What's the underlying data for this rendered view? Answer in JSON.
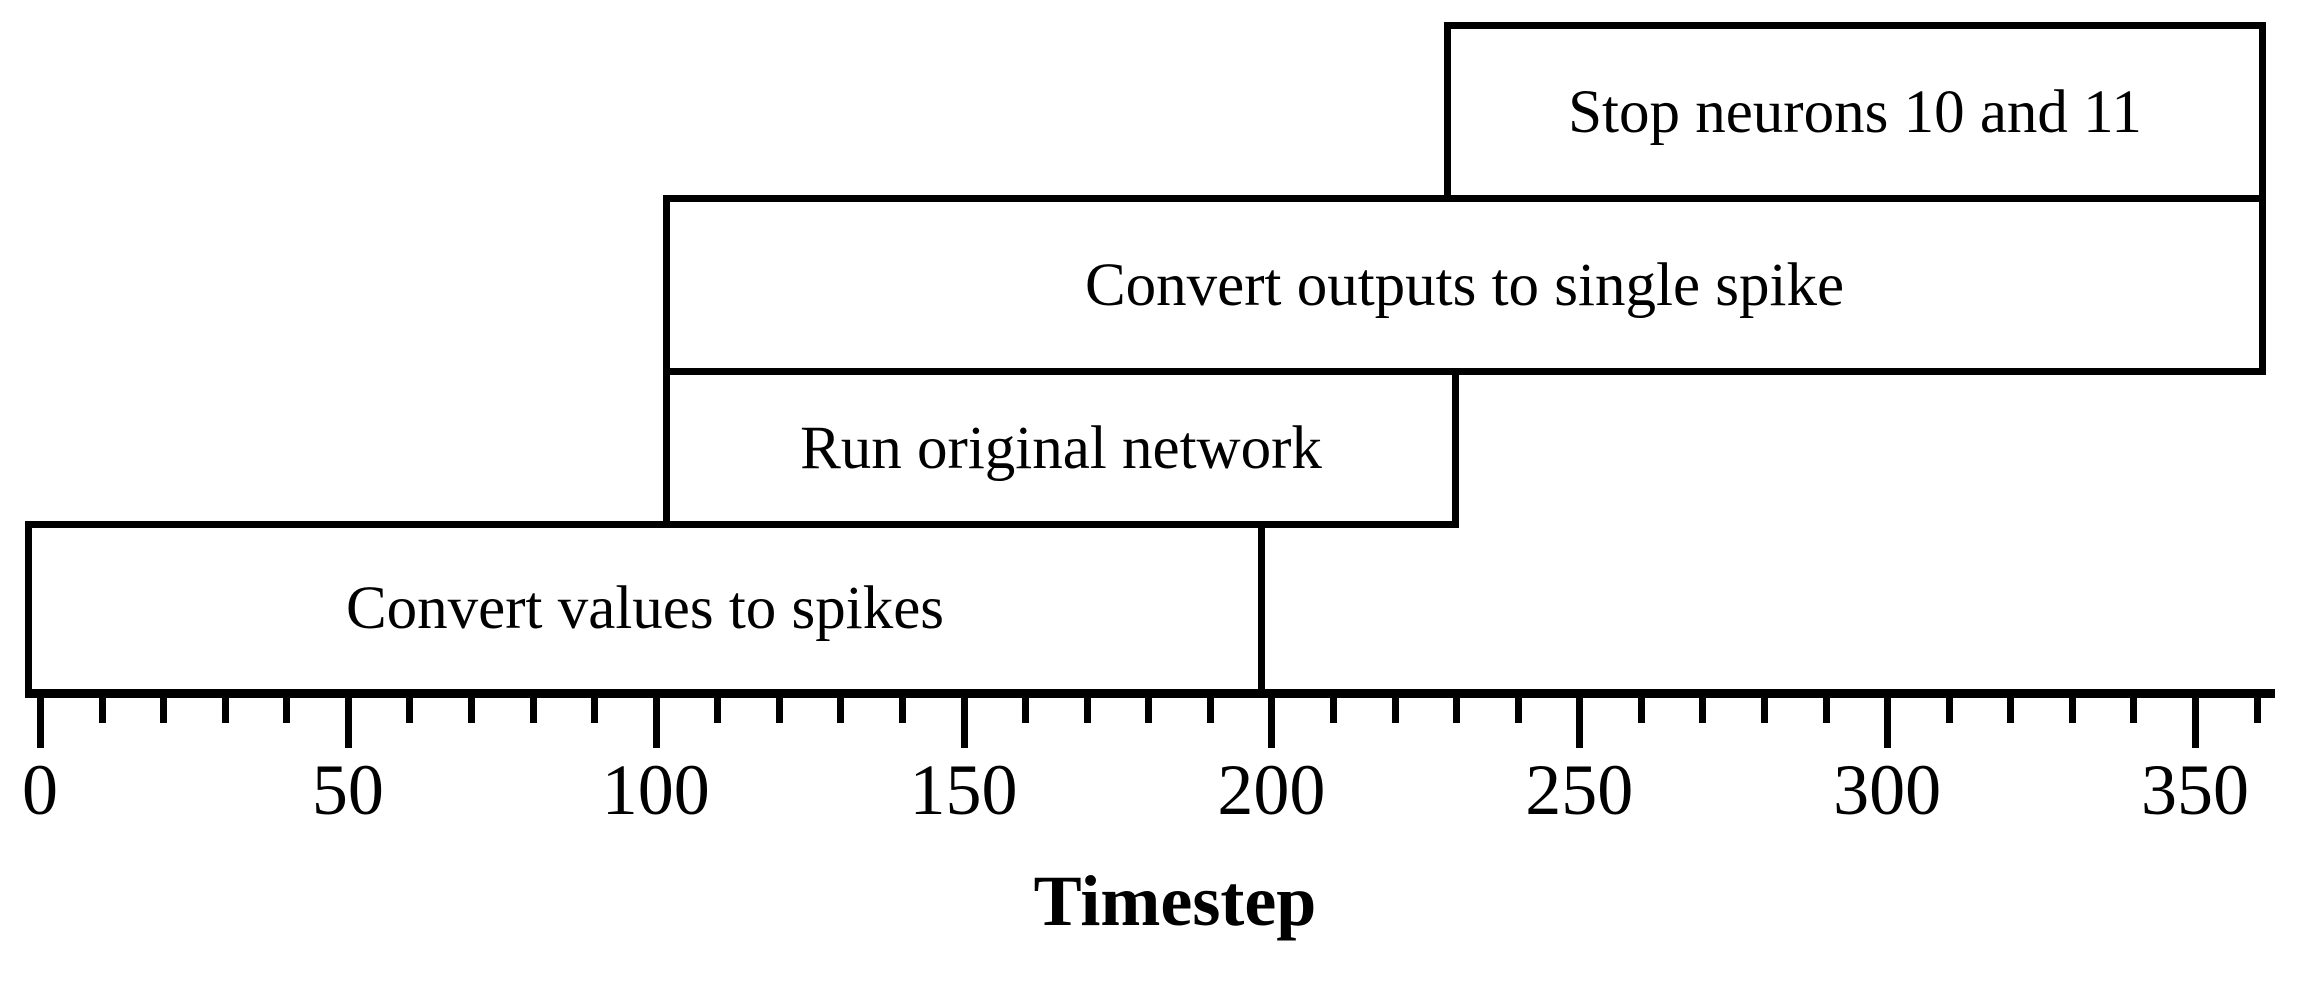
{
  "chart_data": {
    "type": "bar",
    "orientation": "horizontal",
    "title": "",
    "xlabel": "Timestep",
    "ylabel": "",
    "xlim": [
      0,
      365
    ],
    "grid": false,
    "legend": false,
    "axis": {
      "major_tick_values": [
        0,
        50,
        100,
        150,
        200,
        250,
        300,
        350
      ],
      "major_tick_labels": [
        "0",
        "50",
        "100",
        "150",
        "200",
        "250",
        "300",
        "350"
      ],
      "minor_tick_interval": 10,
      "minor_tick_count": 36
    },
    "bars": [
      {
        "label": "Stop neurons 10 and 11",
        "start": 229,
        "end": 361,
        "duration": 132,
        "row": 3
      },
      {
        "label": "Convert outputs to single spike",
        "start": 102,
        "end": 361,
        "duration": 259,
        "row": 2
      },
      {
        "label": "Run original network",
        "start": 102,
        "end": 230,
        "duration": 128,
        "row": 1
      },
      {
        "label": "Convert values to spikes",
        "start": 0,
        "end": 198,
        "duration": 198,
        "row": 0
      }
    ],
    "colors": {
      "stroke": "#000000",
      "fill": "#ffffff",
      "background": "#ffffff",
      "text": "#000000"
    }
  }
}
